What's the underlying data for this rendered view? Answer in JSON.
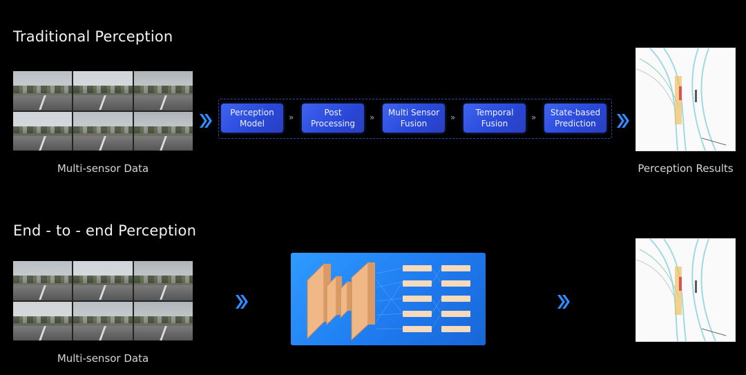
{
  "traditional": {
    "title": "Traditional Perception",
    "input_caption": "Multi-sensor Data",
    "output_caption": "Perception Results",
    "stages": [
      {
        "line1": "Perception",
        "line2": "Model"
      },
      {
        "line1": "Post",
        "line2": "Processing"
      },
      {
        "line1": "Multi Sensor",
        "line2": "Fusion"
      },
      {
        "line1": "Temporal",
        "line2": "Fusion"
      },
      {
        "line1": "State-based",
        "line2": "Prediction"
      }
    ],
    "connector_glyph": "»"
  },
  "end_to_end": {
    "title": "End - to - end Perception",
    "input_caption": "Multi-sensor Data"
  },
  "colors": {
    "background": "#000000",
    "stage_fill": "#3355e6",
    "chevron": "#2f8dff",
    "network_fill": "#2589f8",
    "feature_block": "#f0b787"
  }
}
